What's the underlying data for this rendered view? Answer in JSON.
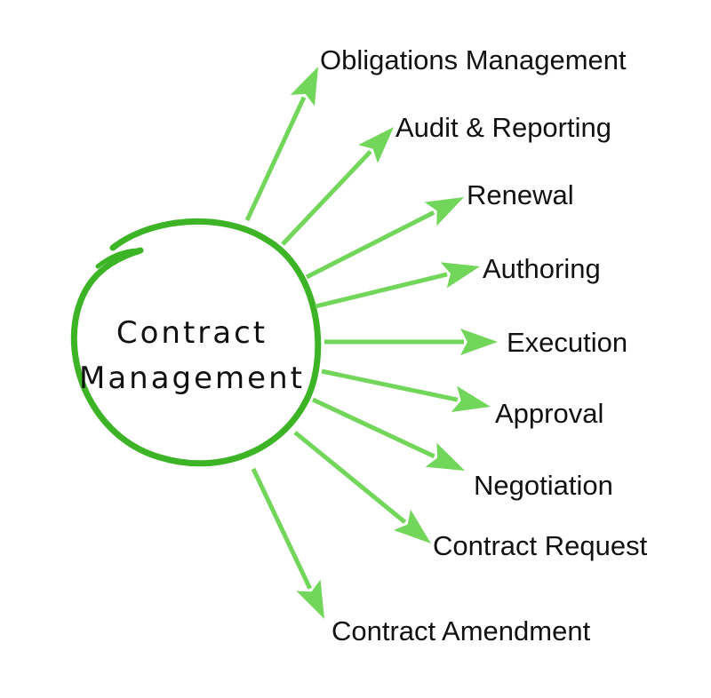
{
  "center": {
    "line1": "Contract",
    "line2": "Management"
  },
  "branches": [
    {
      "label": "Obligations Management"
    },
    {
      "label": "Audit & Reporting"
    },
    {
      "label": "Renewal"
    },
    {
      "label": "Authoring"
    },
    {
      "label": "Execution"
    },
    {
      "label": "Approval"
    },
    {
      "label": "Negotiation"
    },
    {
      "label": "Contract Request"
    },
    {
      "label": "Contract Amendment"
    }
  ],
  "colors": {
    "circle": "#3cb426",
    "arrow": "#72d65a",
    "text": "#111111"
  }
}
